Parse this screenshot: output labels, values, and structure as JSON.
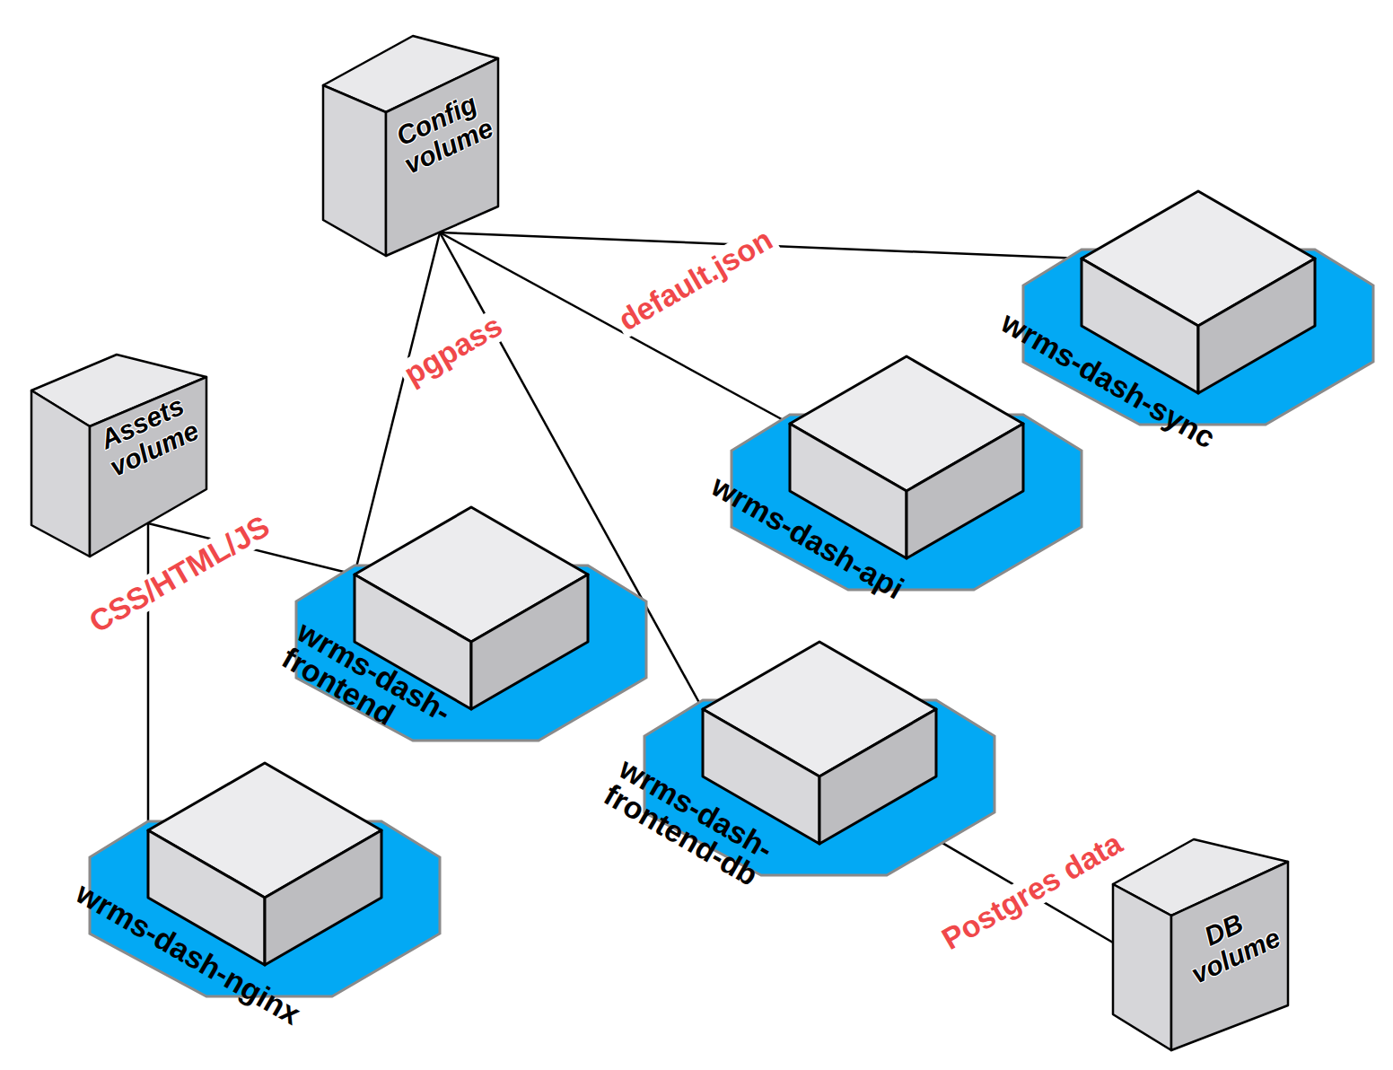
{
  "diagram": {
    "nodes": [
      {
        "text": [
          "Config volume"
        ]
      },
      {
        "text": [
          "wrms-dash-sync"
        ]
      },
      {
        "text": [
          "Assets volume"
        ]
      },
      {
        "text": [
          "wrms-dash-api"
        ]
      },
      {
        "text": [
          "wrms-dash-frontend"
        ]
      },
      {
        "text": [
          "wrms-dash-frontend-db"
        ]
      },
      {
        "text": [
          "wrms-dash-nginx"
        ]
      },
      {
        "text": [
          "DB volume"
        ]
      }
    ],
    "edges": [
      {
        "from": 0,
        "to": 1,
        "arrow": "none"
      },
      {
        "from": 0,
        "to": 3,
        "label": "default.json",
        "arrow": "none"
      },
      {
        "from": 0,
        "to": 4,
        "label": "pgpass",
        "arrow": "none"
      },
      {
        "from": 0,
        "to": 5,
        "arrow": "none"
      },
      {
        "from": 2,
        "to": 4,
        "label": "CSS/HTML/JS",
        "arrow": "none"
      },
      {
        "from": 2,
        "to": 6,
        "arrow": "none"
      },
      {
        "from": 5,
        "to": 7,
        "label": "Postgres data",
        "arrow": "none"
      }
    ]
  }
}
